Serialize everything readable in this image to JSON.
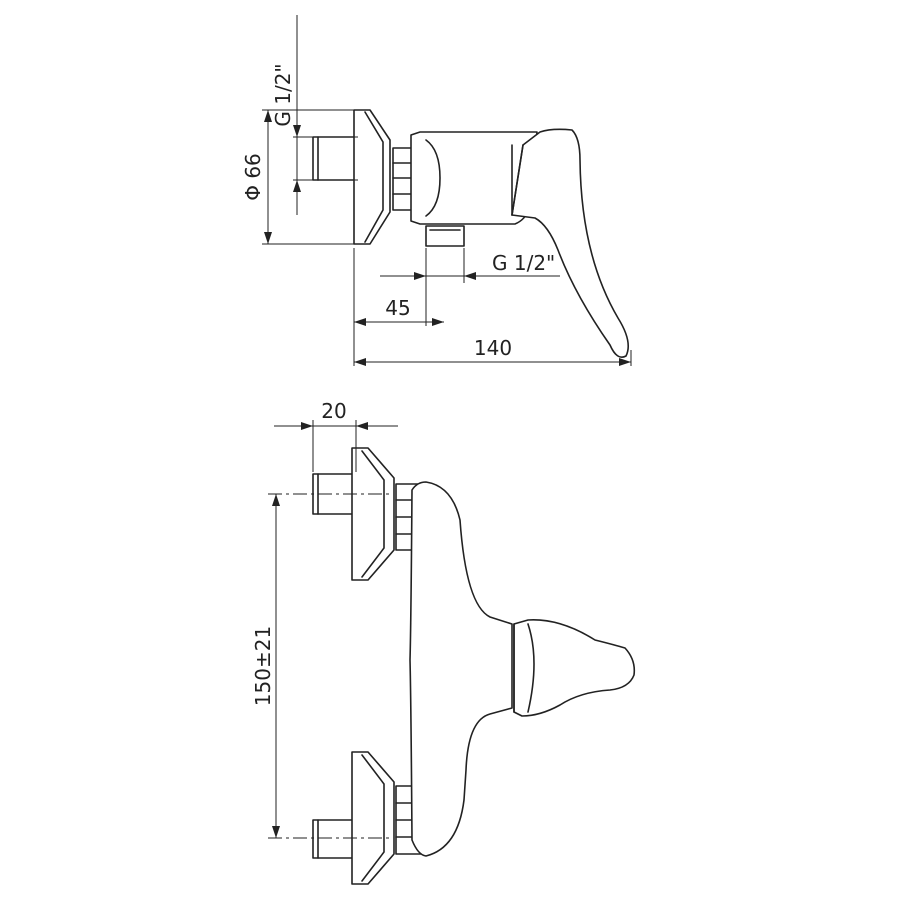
{
  "diagram": {
    "side_view": {
      "dimensions": {
        "outlet_thread": "G 1/2\"",
        "diameter": "Φ 66",
        "lower_thread": "G 1/2\"",
        "offset": "45",
        "total_depth": "140"
      }
    },
    "front_view": {
      "dimensions": {
        "eccentric_length": "20",
        "center_distance": "150±21"
      }
    },
    "colors": {
      "line": "#222222",
      "background": "#ffffff"
    }
  }
}
